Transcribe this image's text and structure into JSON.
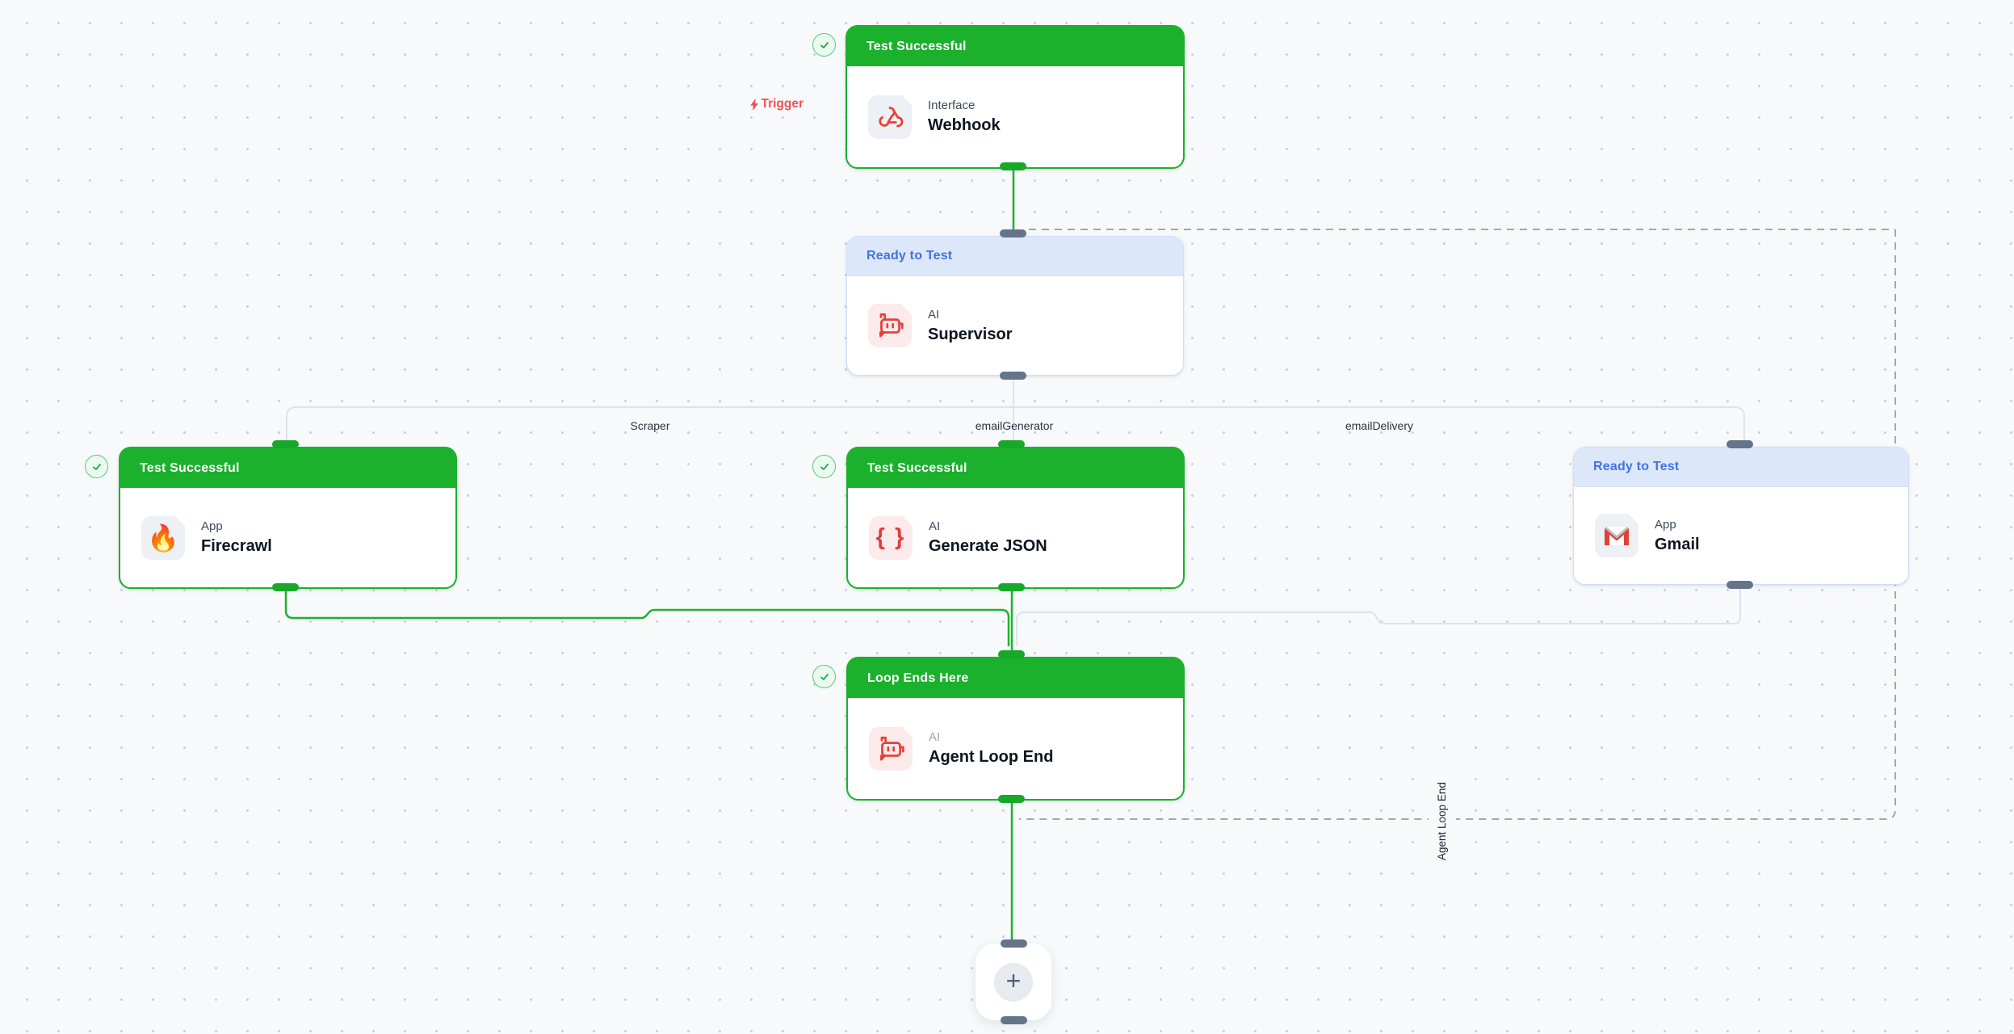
{
  "canvas": {
    "trigger_label": "Trigger",
    "plus_label": "+",
    "agent_loop_label": "Agent Loop End"
  },
  "branch_labels": {
    "scraper": "Scraper",
    "email_generator": "emailGenerator",
    "email_delivery": "emailDelivery"
  },
  "nodes": {
    "webhook": {
      "status": "Test Successful",
      "kind": "Interface",
      "title": "Webhook",
      "icon": "webhook-icon"
    },
    "supervisor": {
      "status": "Ready to Test",
      "kind": "AI",
      "title": "Supervisor",
      "icon": "robot-icon"
    },
    "firecrawl": {
      "status": "Test Successful",
      "kind": "App",
      "title": "Firecrawl",
      "icon": "fire-icon",
      "icon_glyph": "🔥"
    },
    "generate_json": {
      "status": "Test Successful",
      "kind": "AI",
      "title": "Generate JSON",
      "icon": "braces-icon",
      "icon_glyph": "{ }"
    },
    "gmail": {
      "status": "Ready to Test",
      "kind": "App",
      "title": "Gmail",
      "icon": "gmail-icon"
    },
    "agent_loop_end": {
      "status": "Loop Ends Here",
      "kind": "AI",
      "title": "Agent Loop End",
      "icon": "robot-icon"
    }
  },
  "colors": {
    "success_green": "#1bb12c",
    "edge_green": "#1fb22e",
    "edge_light": "#dce3f1",
    "pending_header_bg": "#dce8fa",
    "pending_header_text": "#4471e4",
    "dashed_gray": "#a1a7b0",
    "stub_slate": "#64748b",
    "stub_green": "#17a82a",
    "icon_red": "#e8403a",
    "trigger_red": "#f25050"
  }
}
